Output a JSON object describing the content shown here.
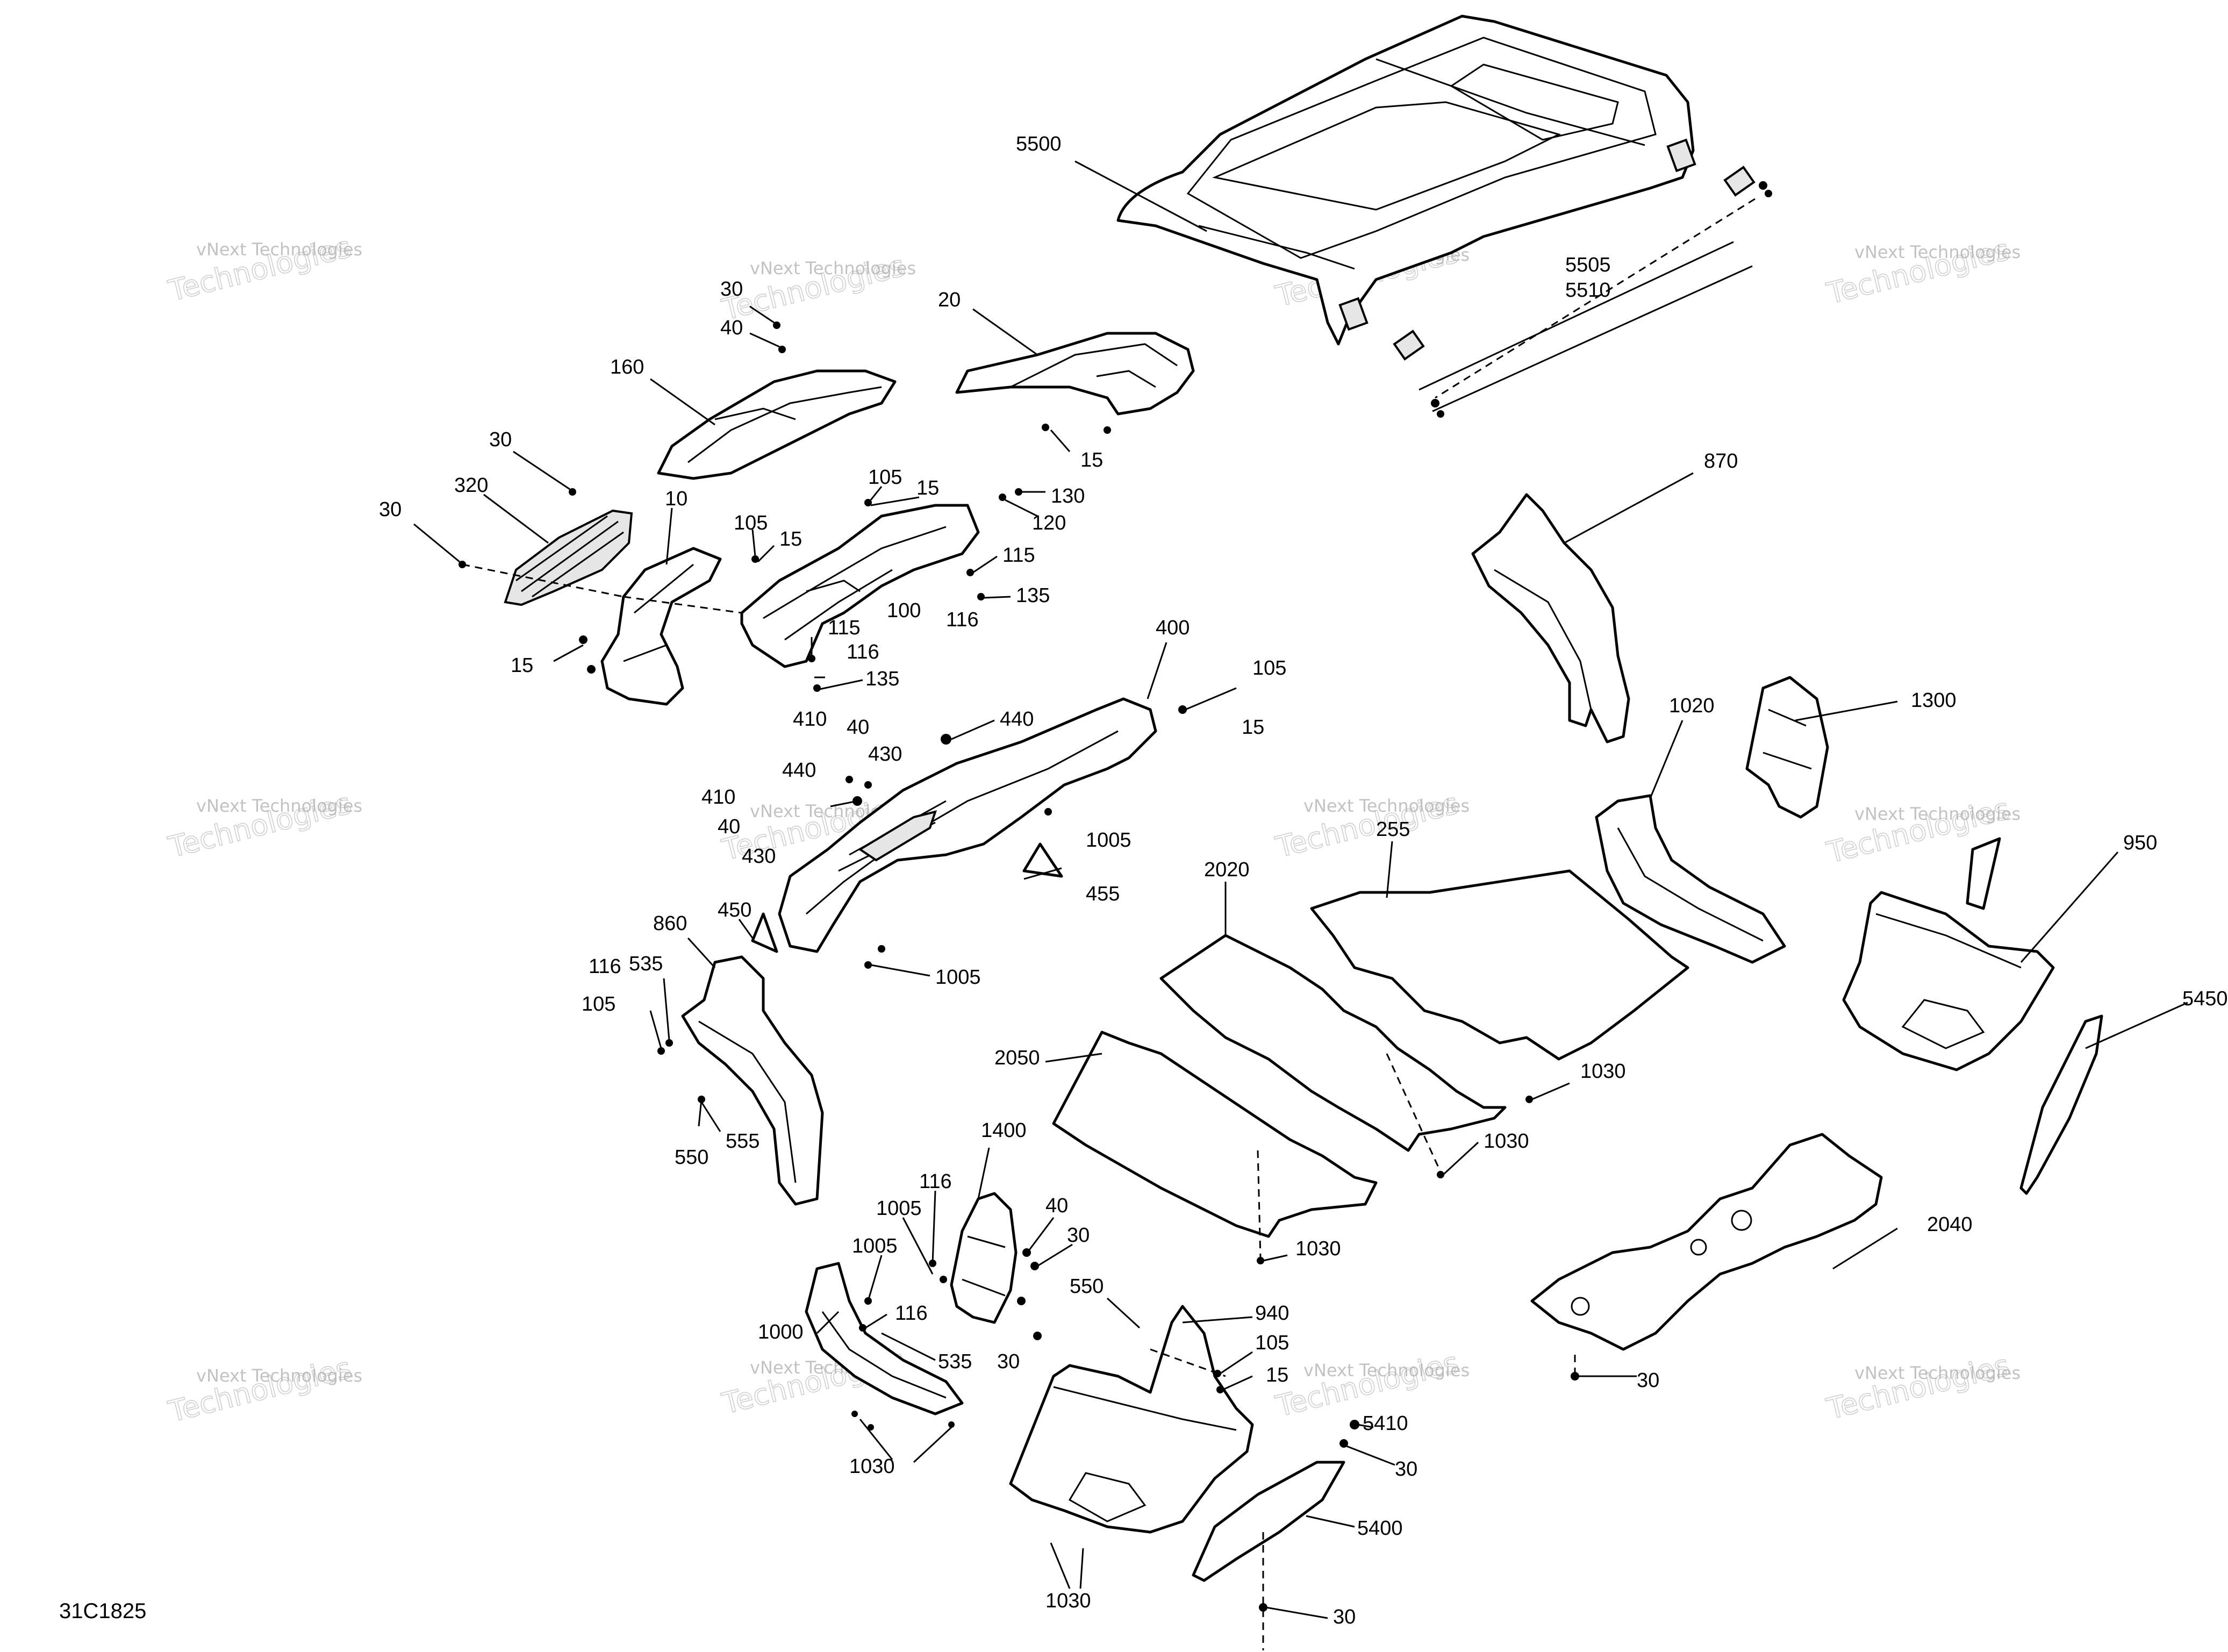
{
  "diagram_code": "31C1825",
  "watermark": {
    "line1": "vNext Technologies",
    "line2": "Technologies",
    "prefix": "vNext"
  },
  "callouts": [
    "5500",
    "5505",
    "5510",
    "30",
    "40",
    "20",
    "160",
    "15",
    "30",
    "320",
    "30",
    "10",
    "105",
    "15",
    "105",
    "15",
    "130",
    "120",
    "115",
    "135",
    "116",
    "100",
    "115",
    "116",
    "135",
    "15",
    "400",
    "105",
    "15",
    "440",
    "410",
    "40",
    "430",
    "440",
    "410",
    "40",
    "430",
    "1005",
    "455",
    "450",
    "1005",
    "860",
    "116",
    "535",
    "105",
    "550",
    "555",
    "870",
    "1020",
    "1300",
    "950",
    "5450",
    "255",
    "2020",
    "1030",
    "1030",
    "2050",
    "1030",
    "1400",
    "116",
    "1005",
    "40",
    "30",
    "1005",
    "116",
    "1000",
    "535",
    "1030",
    "550",
    "940",
    "105",
    "15",
    "30",
    "5410",
    "30",
    "5400",
    "1030",
    "30",
    "2040",
    "30"
  ]
}
